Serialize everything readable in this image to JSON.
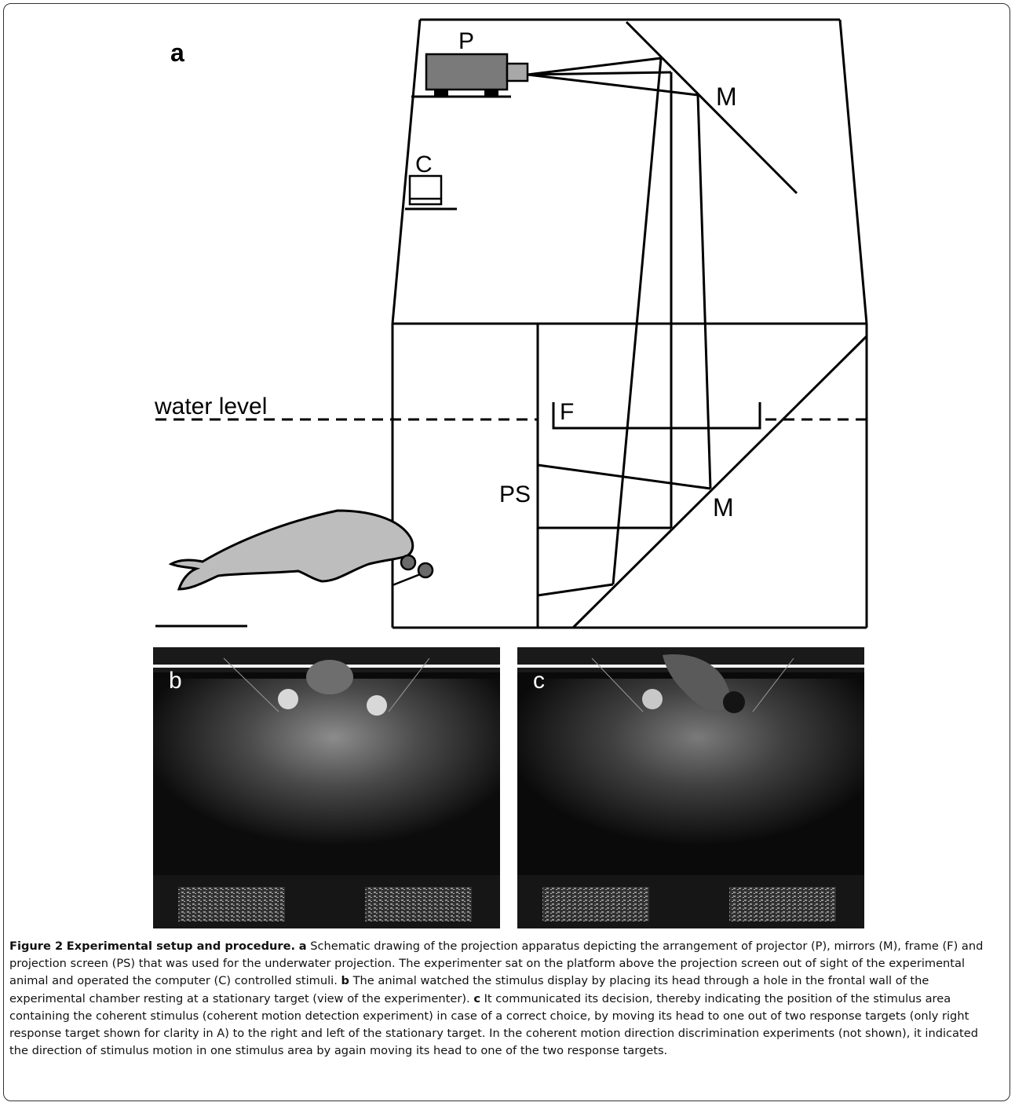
{
  "panel_a": {
    "letter": "a",
    "labels": {
      "projector": "P",
      "mirror_top": "M",
      "computer": "C",
      "water_level": "water level",
      "frame": "F",
      "projection_screen": "PS",
      "mirror_bottom": "M"
    }
  },
  "panel_b": {
    "letter": "b"
  },
  "panel_c": {
    "letter": "c"
  },
  "caption": {
    "figure_number": "Figure 2",
    "title": "Experimental setup and procedure.",
    "a_marker": "a",
    "a_text": "Schematic drawing of the projection apparatus depicting the arrangement of projector (P), mirrors (M), frame (F) and projection screen (PS) that was used for the underwater projection. The experimenter sat on the platform above the projection screen out of sight of the experimental animal and operated the computer (C) controlled stimuli.",
    "b_marker": "b",
    "b_text": "The animal watched the stimulus display by placing its head through a hole in the frontal wall of the experimental chamber resting at a stationary target (view of the experimenter).",
    "c_marker": "c",
    "c_text": "It communicated its decision, thereby indicating the position of the stimulus area containing the coherent stimulus (coherent motion detection experiment) in case of a correct choice, by moving its head to one out of two response targets (only right response target shown for clarity in A) to the right and left of the stationary target. In the coherent motion direction discrimination experiments (not shown), it indicated the direction of stimulus motion in one stimulus area by again moving its head to one of the two response targets."
  }
}
